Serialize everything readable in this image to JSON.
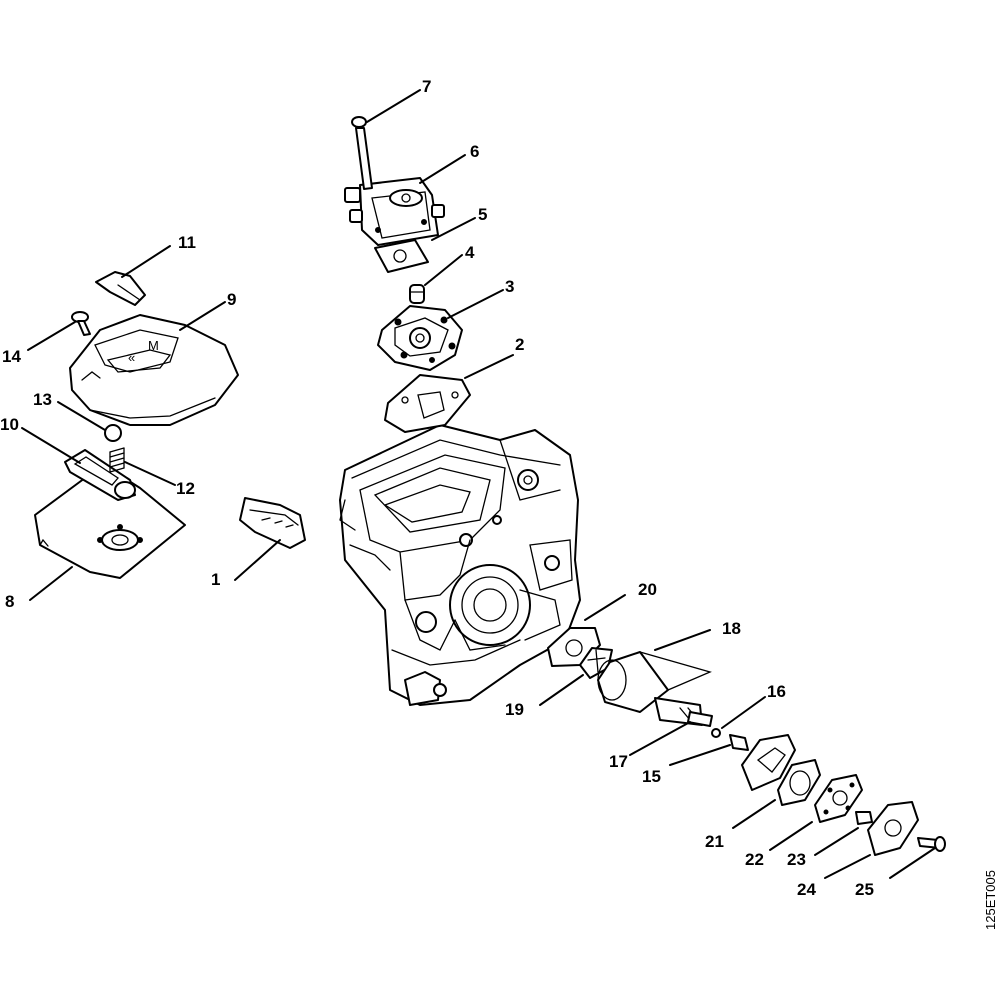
{
  "callouts": [
    "1",
    "2",
    "3",
    "4",
    "5",
    "6",
    "7",
    "8",
    "9",
    "10",
    "11",
    "12",
    "13",
    "14",
    "15",
    "16",
    "17",
    "18",
    "19",
    "20",
    "21",
    "22",
    "23",
    "24",
    "25"
  ],
  "drawing_code": "125ET005",
  "colors": {
    "ink": "#000000",
    "paper": "#ffffff"
  }
}
